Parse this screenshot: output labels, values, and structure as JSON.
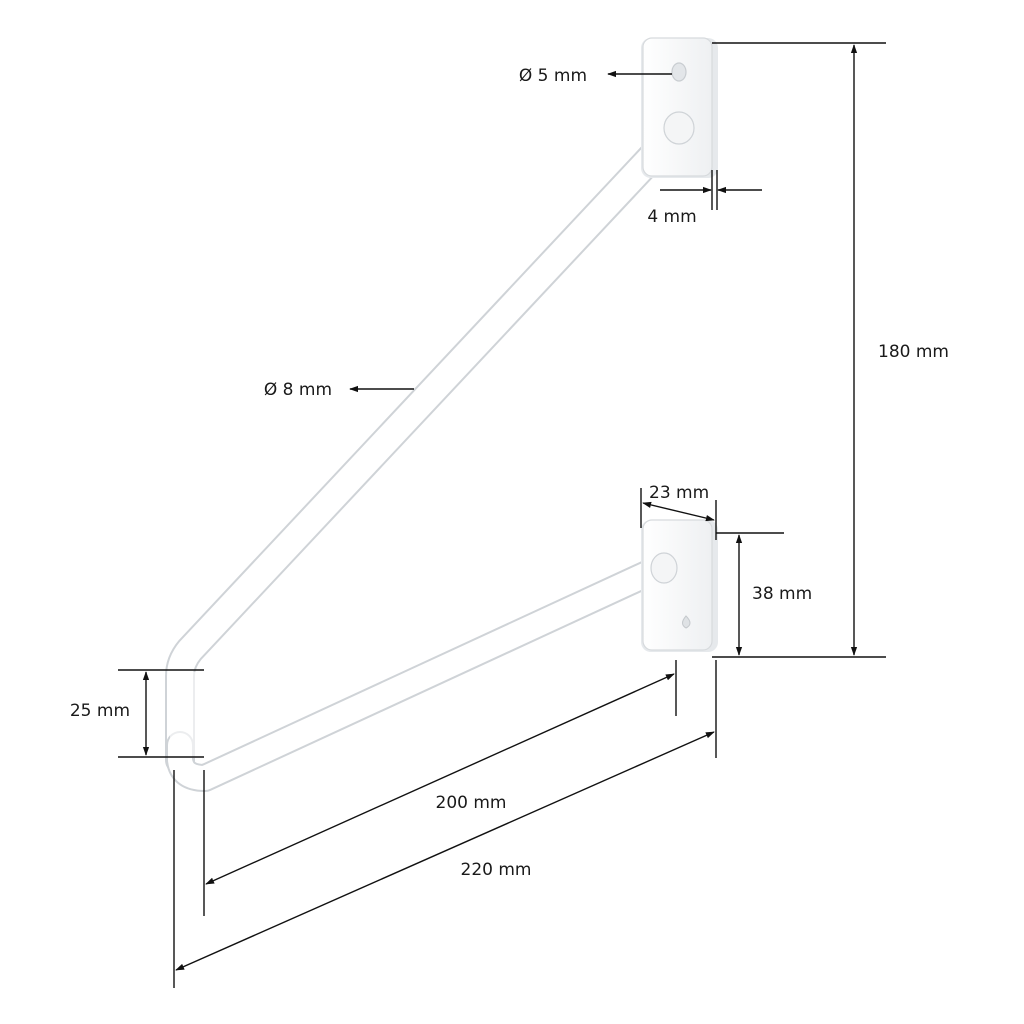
{
  "dimensions": {
    "hole_diameter": "Ø 5 mm",
    "plate_thickness": "4 mm",
    "rod_diameter": "Ø 8 mm",
    "total_height": "180 mm",
    "plate_width": "23 mm",
    "plate_height": "38 mm",
    "lower_height": "25 mm",
    "inner_length": "200 mm",
    "outer_length": "220 mm"
  },
  "colors": {
    "bracket": "#ffffff",
    "bracket_outline": "#cfd3d7",
    "bracket_shade": "#e6e9ec",
    "dimension_lines": "#111111"
  }
}
